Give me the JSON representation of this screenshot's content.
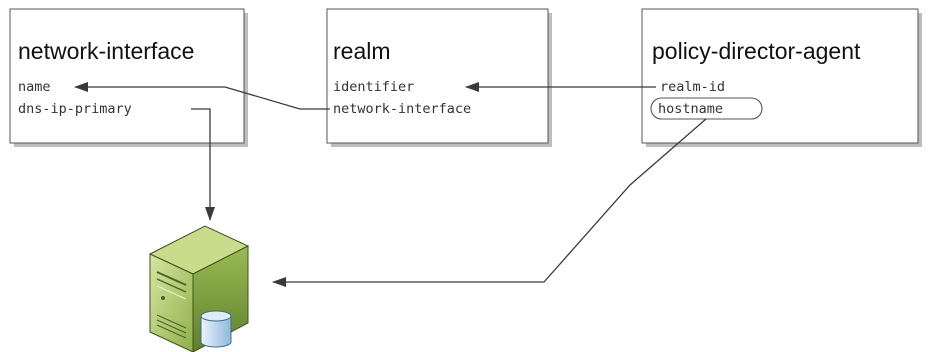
{
  "entities": {
    "network_interface": {
      "title": "network-interface",
      "fields": [
        "name",
        "dns-ip-primary"
      ]
    },
    "realm": {
      "title": "realm",
      "fields": [
        "identifier",
        "network-interface"
      ]
    },
    "policy_director_agent": {
      "title": "policy-director-agent",
      "fields": [
        "realm-id",
        "hostname"
      ],
      "highlighted_field": "hostname"
    }
  },
  "server_icon": {
    "icon": "server-database-icon",
    "colors": {
      "body_light": "#c8dc8c",
      "body_dark": "#7a9a3a",
      "outline": "#3e5220",
      "database": "#a9cbe8"
    }
  },
  "relations": [
    {
      "from": "realm.network-interface",
      "to": "network-interface.name"
    },
    {
      "from": "policy-director-agent.realm-id",
      "to": "realm.identifier"
    },
    {
      "from": "network-interface.dns-ip-primary",
      "to": "server"
    },
    {
      "from": "policy-director-agent.hostname",
      "to": "server"
    }
  ],
  "colors": {
    "box_fill": "#ffffff",
    "box_border": "#555555",
    "box_shadow": "#bdbdbd",
    "line": "#3a3a3a"
  }
}
